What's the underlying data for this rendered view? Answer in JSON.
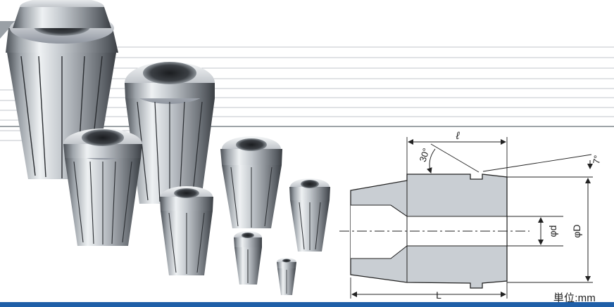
{
  "figure": {
    "subject": "collet chucks",
    "unit_label": "単位:mm"
  },
  "dimensions": {
    "flat_length": "ℓ",
    "overall_length": "L",
    "bore_diameter": "φd",
    "outer_diameter": "φD",
    "front_taper_angle": "30°",
    "rear_taper_angle": "7°"
  },
  "colors": {
    "accent_bar": "#1f5fa8",
    "drawing_fill": "#c9ced3",
    "drawing_line": "#222222",
    "rule_line": "#b8bcc1"
  }
}
